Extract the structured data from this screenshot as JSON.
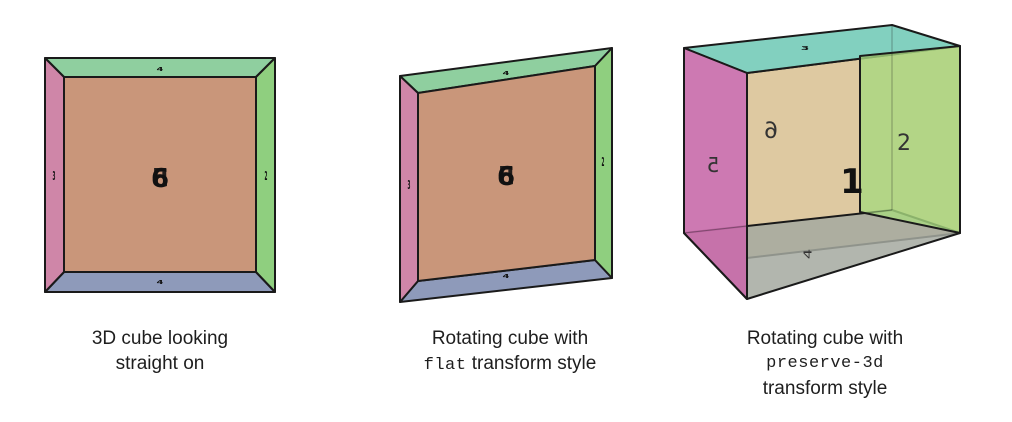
{
  "figures": [
    {
      "id": "flat-straight",
      "face_labels": {
        "front": "6",
        "back": "5",
        "left": "3",
        "right": "2",
        "top": "4",
        "bottom": "4"
      },
      "caption_lines": [
        {
          "text": "3D cube looking",
          "mono": false
        },
        {
          "text": "straight on",
          "mono": false
        }
      ]
    },
    {
      "id": "flat-rotating",
      "face_labels": {
        "front": "6",
        "back": "5",
        "left": "3",
        "right": "2",
        "top": "4",
        "bottom": "4"
      },
      "caption_parts": [
        {
          "line": [
            {
              "text": "Rotating cube with",
              "mono": false
            }
          ]
        },
        {
          "line": [
            {
              "text": "flat",
              "mono": true
            },
            {
              "text": " transform style",
              "mono": false
            }
          ]
        }
      ]
    },
    {
      "id": "preserve-3d",
      "face_labels": {
        "back": "6",
        "front": "1",
        "left": "5",
        "right": "2",
        "top": "3",
        "bottom": "4"
      },
      "caption_lines": [
        {
          "text": "Rotating cube with",
          "mono": false
        },
        {
          "text": "preserve-3d",
          "mono": true
        },
        {
          "text": "transform style",
          "mono": false
        }
      ]
    }
  ],
  "colors": {
    "front": "#c9967a",
    "top": "#8fcf9f",
    "bottom": "#8e9aba",
    "left": "#cf86a8",
    "right": "#8fcf7f",
    "preserve_left": "#c86aaa",
    "preserve_right": "#a8d880",
    "preserve_top": "#6cc8b4",
    "preserve_bottom": "#a4a9a0",
    "preserve_back": "#d8c090",
    "edge": "#1a1a1a"
  }
}
